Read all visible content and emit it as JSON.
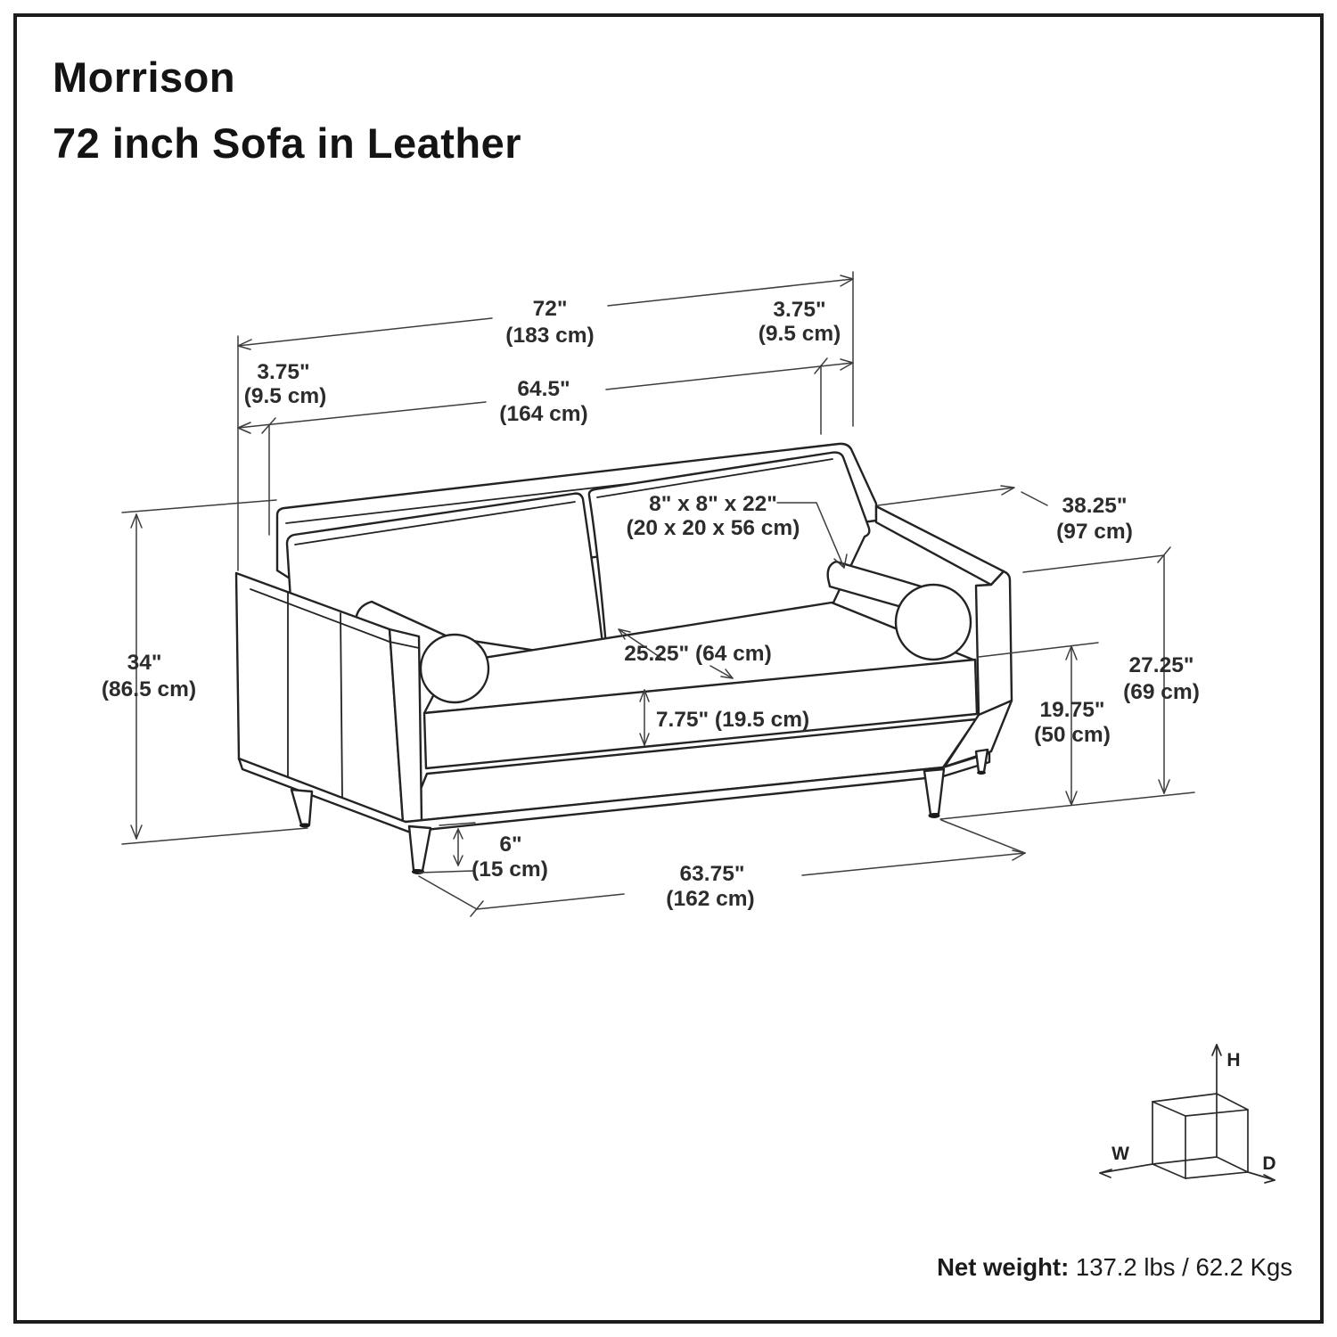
{
  "title": {
    "line1": "Morrison",
    "line2": "72 inch Sofa in Leather"
  },
  "dims": {
    "overall_width_in": "72\"",
    "overall_width_cm": "(183 cm)",
    "back_offset_right_in": "3.75\"",
    "back_offset_right_cm": "(9.5 cm)",
    "back_offset_left_in": "3.75\"",
    "back_offset_left_cm": "(9.5 cm)",
    "interior_width_in": "64.5\"",
    "interior_width_cm": "(164 cm)",
    "overall_height_in": "34\"",
    "overall_height_cm": "(86.5 cm)",
    "overall_depth_in": "38.25\"",
    "overall_depth_cm": "(97 cm)",
    "bolster_in": "8\" x 8\" x 22\"",
    "bolster_cm": "(20 x 20 x 56 cm)",
    "seat_depth": "25.25\" (64 cm)",
    "seat_cushion_thickness": "7.75\" (19.5 cm)",
    "arm_height_in": "27.25\"",
    "arm_height_cm": "(69 cm)",
    "seat_height_in": "19.75\"",
    "seat_height_cm": "(50 cm)",
    "leg_height_in": "6\"",
    "leg_height_cm": "(15 cm)",
    "front_width_in": "63.75\"",
    "front_width_cm": "(162 cm)"
  },
  "cube": {
    "h": "H",
    "w": "W",
    "d": "D"
  },
  "footer": {
    "net_weight_label": "Net weight:",
    "net_weight_value": "137.2 lbs / 62.2 Kgs"
  },
  "colors": {
    "line": "#232323",
    "background": "#ffffff"
  }
}
